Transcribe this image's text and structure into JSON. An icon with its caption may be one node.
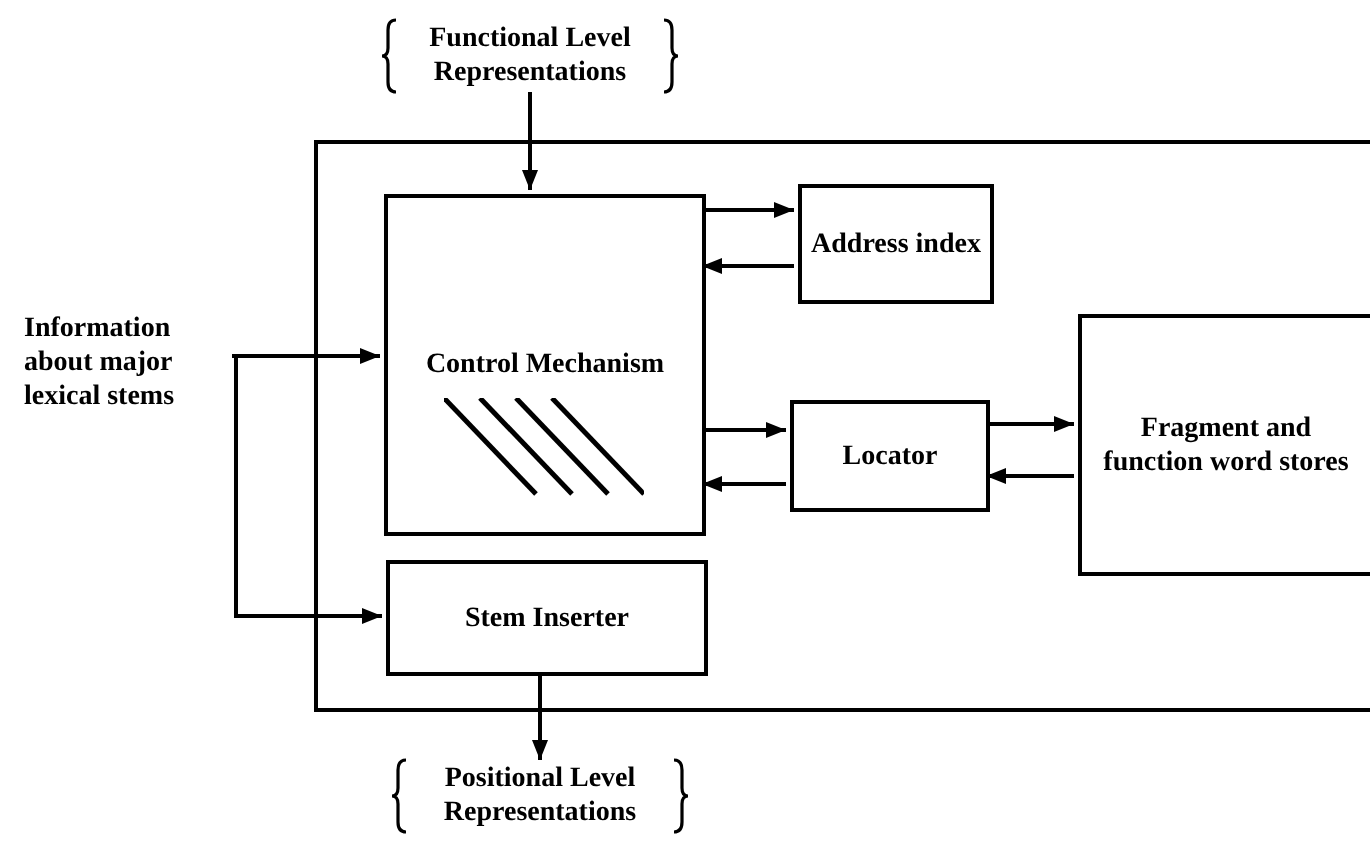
{
  "diagram": {
    "nodes": [
      {
        "text": [],
        "shape": "box"
      },
      {
        "text": [
          "Functional Level Representations"
        ]
      },
      {
        "text": [
          "Control Mechanism"
        ],
        "in": 0
      },
      {
        "text": [
          "Address index"
        ],
        "in": 0
      },
      {
        "text": [
          "Locator"
        ],
        "in": 0
      },
      {
        "text": [
          "Fragment and function word stores"
        ],
        "in": 0
      },
      {
        "text": [
          "Stem Inserter"
        ],
        "in": 0
      },
      {
        "text": [
          "Information about major lexical stems"
        ]
      },
      {
        "text": [
          "Positional Level Representations"
        ]
      }
    ],
    "edges": [
      {
        "from": 1,
        "to": 2,
        "arrow": "to"
      },
      {
        "from": 2,
        "to": 3,
        "arrow": "to"
      },
      {
        "from": 3,
        "to": 2,
        "arrow": "to"
      },
      {
        "from": 2,
        "to": 4,
        "arrow": "to"
      },
      {
        "from": 4,
        "to": 2,
        "arrow": "to"
      },
      {
        "from": 4,
        "to": 5,
        "arrow": "to"
      },
      {
        "from": 5,
        "to": 4,
        "arrow": "to"
      },
      {
        "from": 7,
        "to": 2,
        "arrow": "to"
      },
      {
        "from": 7,
        "to": 6,
        "arrow": "to"
      },
      {
        "from": 6,
        "to": 8,
        "arrow": "to"
      }
    ]
  }
}
